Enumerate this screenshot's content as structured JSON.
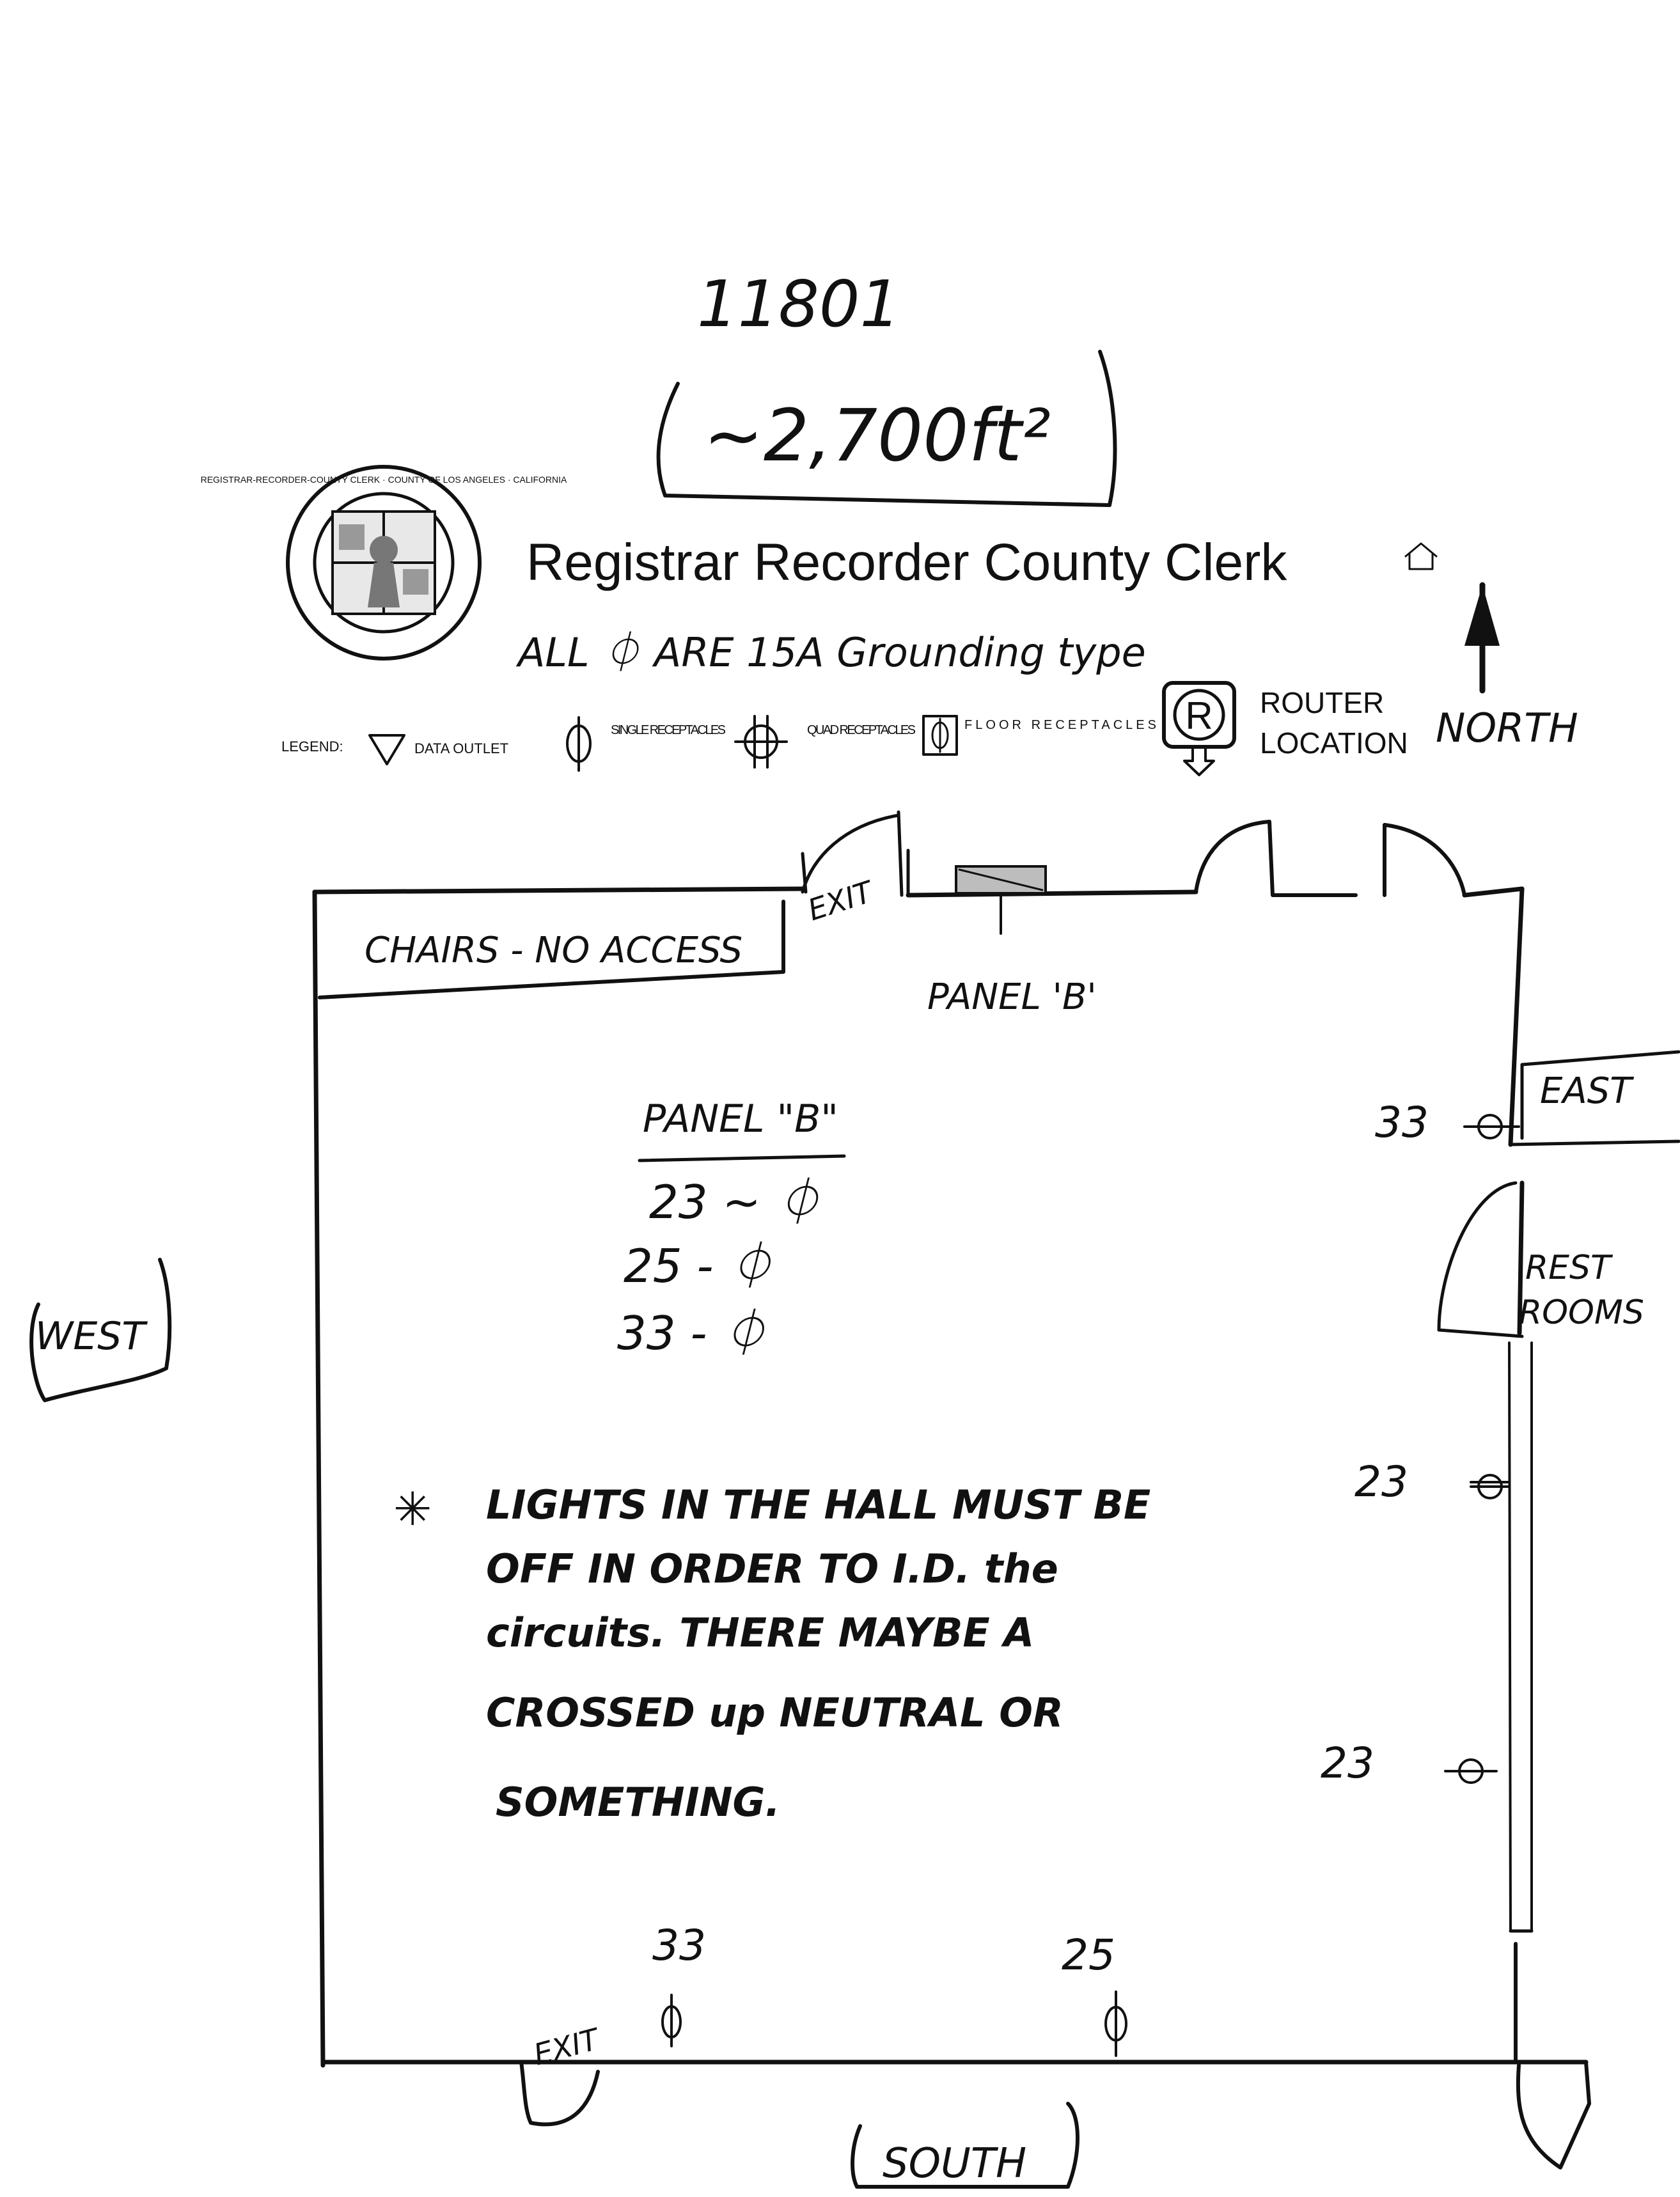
{
  "header": {
    "job_number": "11801",
    "area": "~2,700ft²",
    "agency_title": "Registrar Recorder County Clerk",
    "seal_text": "REGISTRAR-RECORDER-COUNTY CLERK · COUNTY OF LOS ANGELES · CALIFORNIA",
    "note_receptacles": "ALL ⏀ ARE 15A Grounding type",
    "north_label": "NORTH"
  },
  "legend": {
    "label": "LEGEND:",
    "items": [
      {
        "icon": "triangle-down-icon",
        "label": "DATA OUTLET"
      },
      {
        "icon": "single-receptacle-icon",
        "label": "SINGLE RECEPTACLES"
      },
      {
        "icon": "quad-receptacle-icon",
        "label": "QUAD RECEPTACLES"
      },
      {
        "icon": "floor-receptacle-icon",
        "label": "FLOOR RECEPTACLES"
      },
      {
        "icon": "router-icon",
        "symbol": "R",
        "label_line1": "ROUTER",
        "label_line2": "LOCATION"
      }
    ]
  },
  "plan": {
    "chairs_area": "CHAIRS - NO ACCESS",
    "exit_north": "EXIT",
    "panel_label": "PANEL 'B'",
    "panel_list": {
      "title": "PANEL \"B\"",
      "entries": [
        "23 ~ ⏀",
        "25 - ⏀",
        "33 - ⏀"
      ]
    },
    "east_label": "EAST",
    "west_label": "WEST",
    "south_label": "SOUTH",
    "restrooms_line1": "REST",
    "restrooms_line2": "ROOMS",
    "exit_south": "EXIT",
    "receptacles": [
      {
        "circuit": "33",
        "side": "east"
      },
      {
        "circuit": "23",
        "side": "east"
      },
      {
        "circuit": "23",
        "side": "east"
      },
      {
        "circuit": "33",
        "side": "south"
      },
      {
        "circuit": "25",
        "side": "south"
      }
    ],
    "note_marker": "✳",
    "note_lines": [
      "LIGHTS IN THE HALL MUST BE",
      "OFF IN ORDER TO I.D. the",
      "circuits. THERE MAYBE A",
      "CROSSED up NEUTRAL OR",
      "SOMETHING."
    ]
  },
  "colors": {
    "ink": "#111111",
    "panel_fill": "#bdbdbd",
    "background": "#ffffff"
  }
}
